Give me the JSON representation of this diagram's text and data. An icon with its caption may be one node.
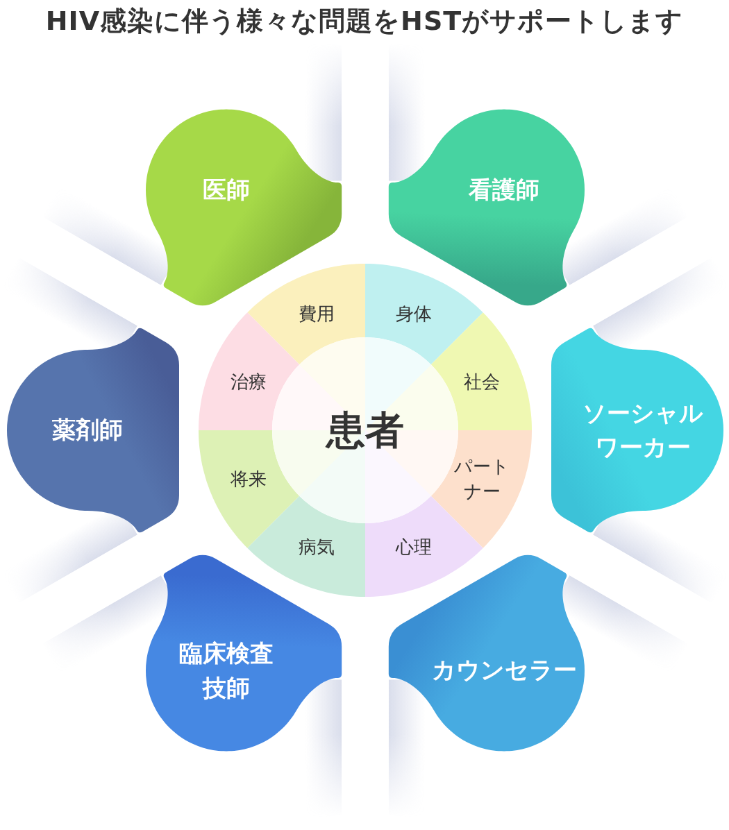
{
  "diagram": {
    "title": "HIV感染に伴う様々な問題をHSTがサポートします",
    "nodes": [
      {
        "text": [
          "医師"
        ]
      },
      {
        "text": [
          "看護師"
        ]
      },
      {
        "text": [
          "薬剤師"
        ]
      },
      {
        "text": [
          "ソーシャルワーカー"
        ]
      },
      {
        "text": [
          "臨床検査技師"
        ]
      },
      {
        "text": [
          "カウンセラー"
        ]
      },
      {
        "text": [
          "患者"
        ]
      },
      {
        "text": [
          "費用"
        ]
      },
      {
        "text": [
          "身体"
        ]
      },
      {
        "text": [
          "治療"
        ]
      },
      {
        "text": [
          "社会"
        ]
      },
      {
        "text": [
          "将来"
        ]
      },
      {
        "text": [
          "パートナー"
        ]
      },
      {
        "text": [
          "病気"
        ]
      },
      {
        "text": [
          "心理"
        ]
      }
    ]
  }
}
